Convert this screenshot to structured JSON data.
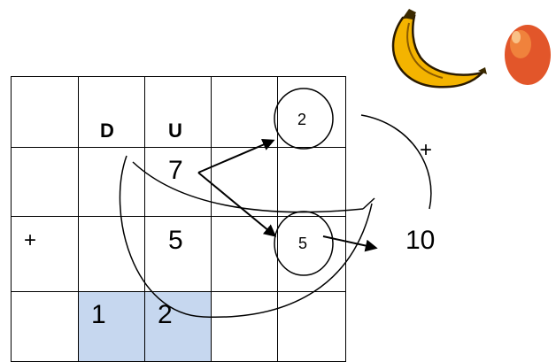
{
  "grid": {
    "rows": 4,
    "cols": 5,
    "highlight_color": "#c6d7ef",
    "highlight_cells": [
      [
        3,
        1
      ],
      [
        3,
        2
      ]
    ]
  },
  "headers": {
    "tens": "D",
    "units": "U"
  },
  "addend_top": "7",
  "addend_bottom": "5",
  "operator_plus": "+",
  "result_tens": "1",
  "result_units": "2",
  "circle_top_value": "2",
  "circle_bottom_value": "5",
  "side_plus": "+",
  "side_total": "10",
  "icons": {
    "banana": "banana-icon",
    "mango": "mango-icon"
  }
}
